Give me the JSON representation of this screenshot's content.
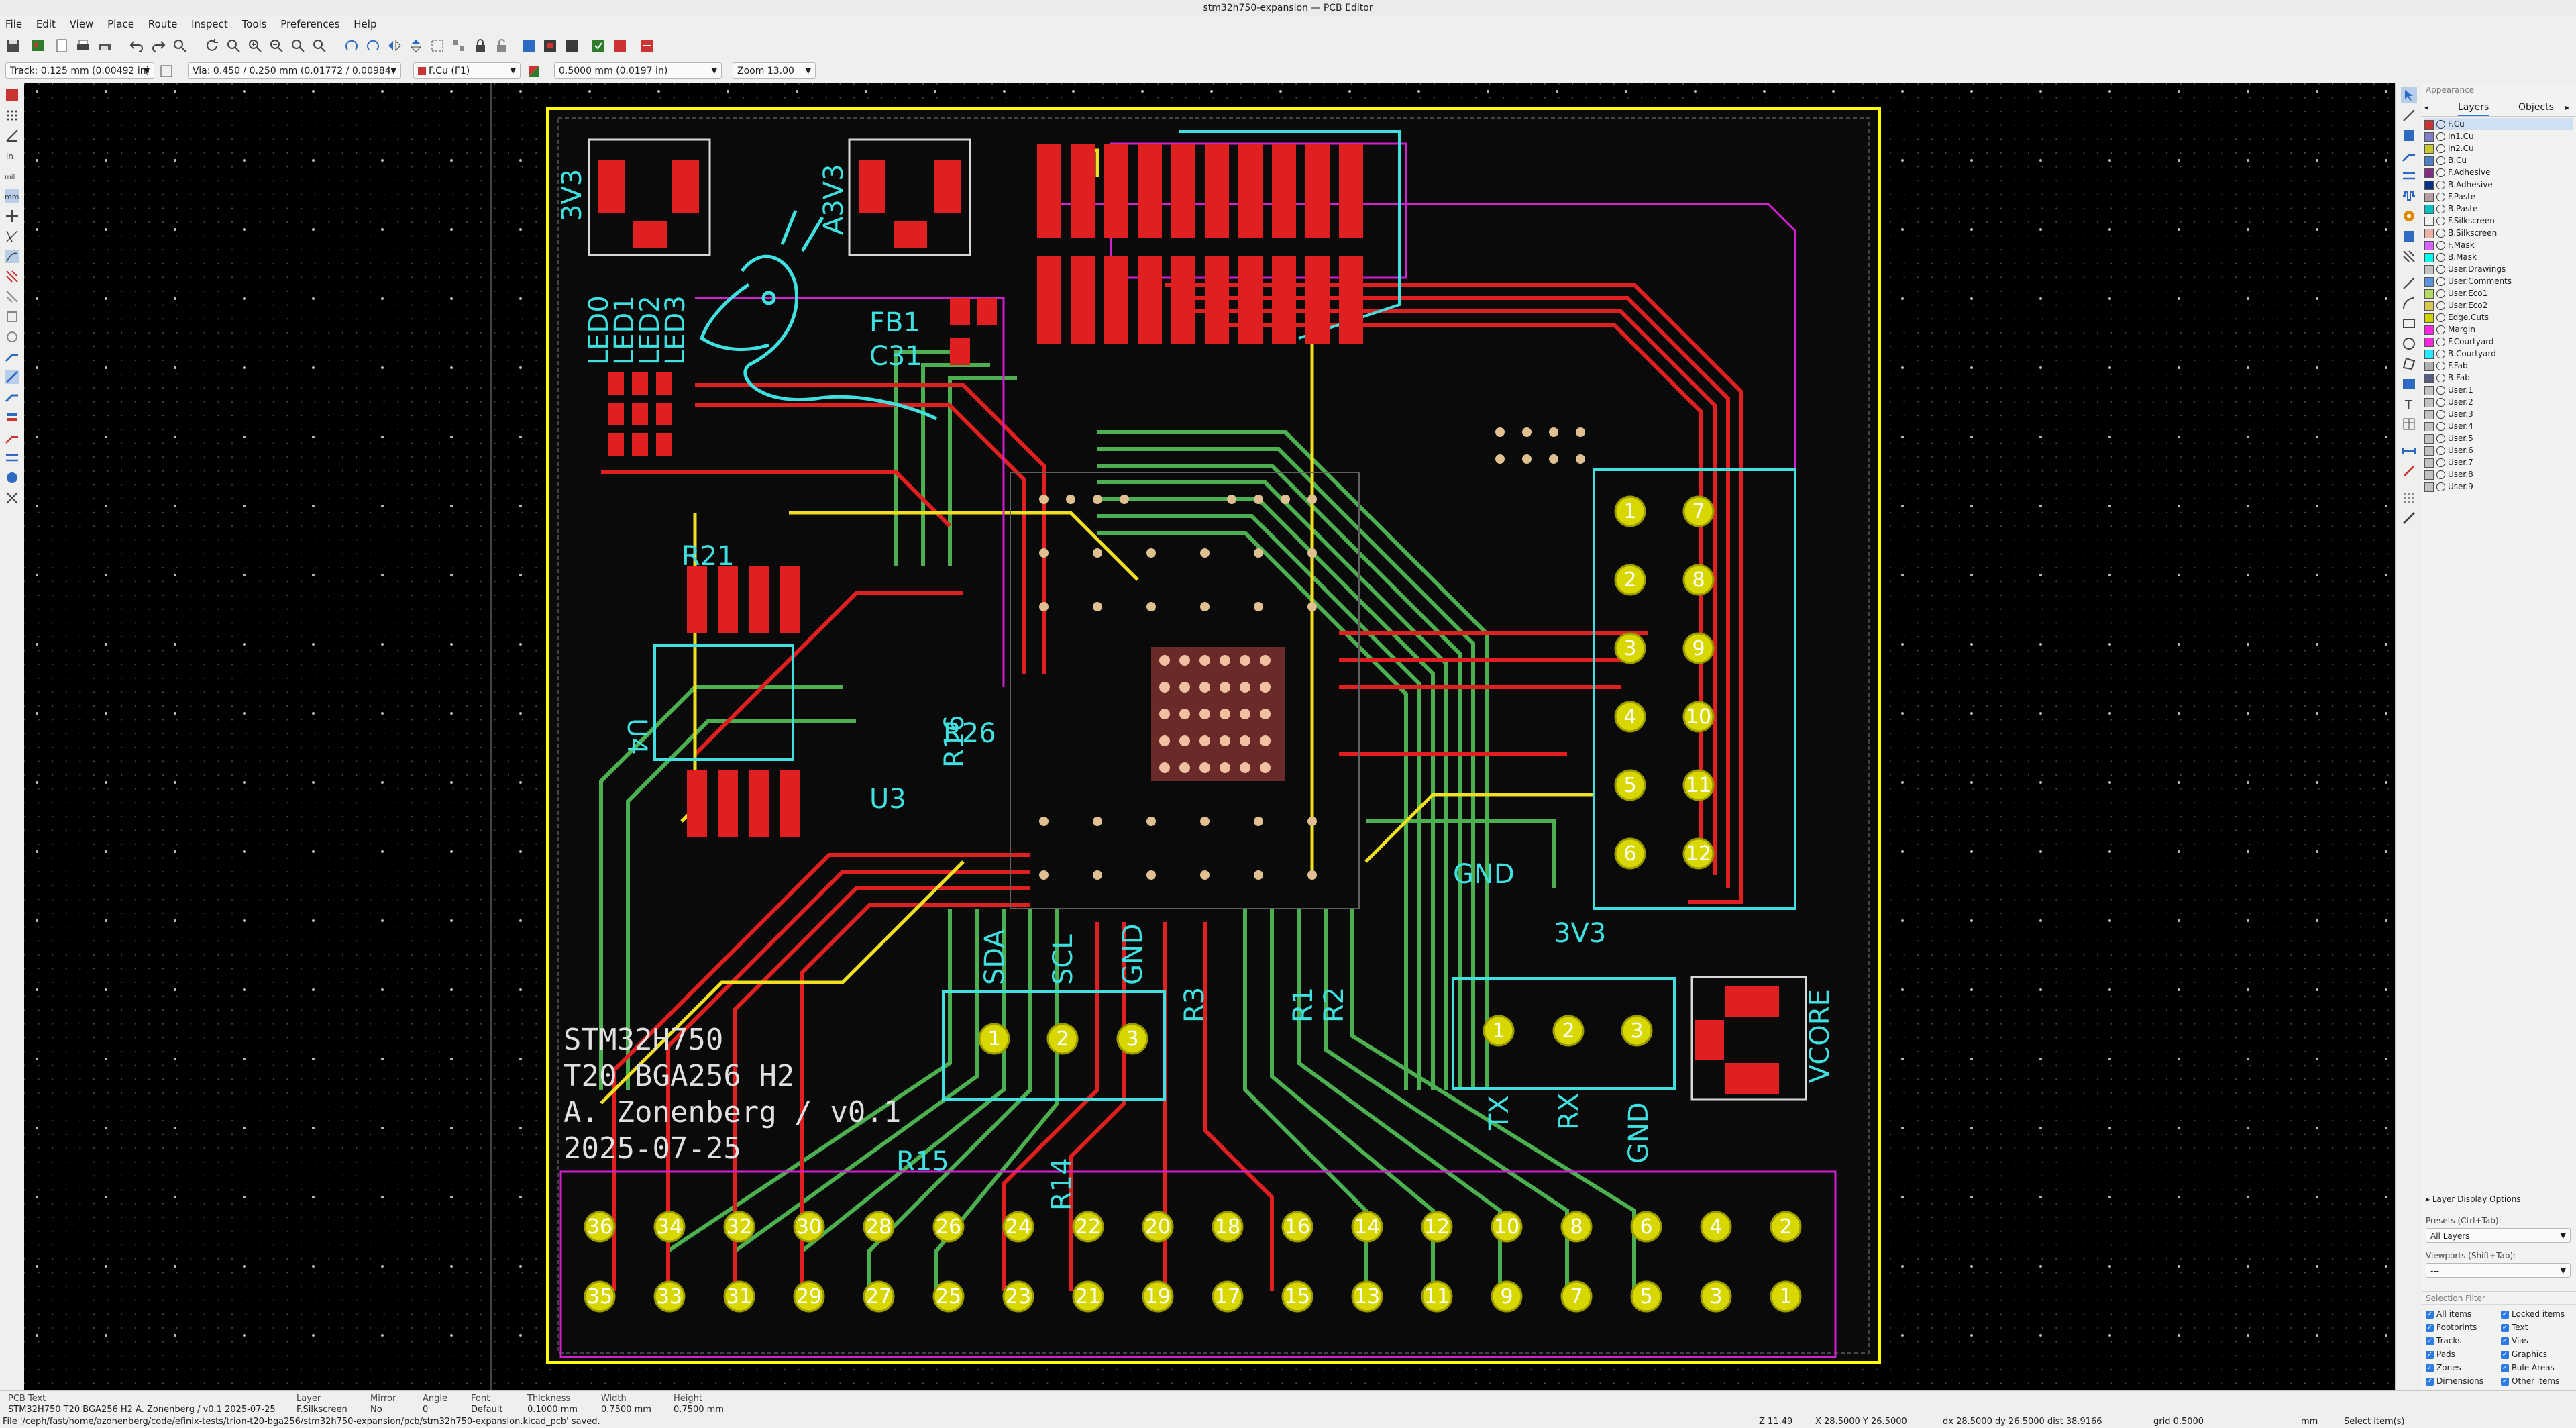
{
  "window": {
    "title": "stm32h750-expansion — PCB Editor"
  },
  "menu": [
    "File",
    "Edit",
    "View",
    "Place",
    "Route",
    "Inspect",
    "Tools",
    "Preferences",
    "Help"
  ],
  "selection_bar": {
    "track": "Track: 0.125 mm (0.00492 in)",
    "via": "Via: 0.450 / 0.250 mm (0.01772 / 0.00984 in)",
    "layer": "F.Cu (F1)",
    "grid": "0.5000 mm (0.0197 in)",
    "zoom": "Zoom 13.00"
  },
  "board": {
    "silk_title_lines": [
      "STM32H750",
      "T20 BGA256 H2",
      "A. Zonenberg / v0.1",
      "2025-07-25"
    ],
    "labels": {
      "v3v3": "3V3",
      "a3v3": "A3V3",
      "led0": "LED0",
      "led1": "LED1",
      "led2": "LED2",
      "led3": "LED3",
      "fb1": "FB1",
      "c31": "C31",
      "r21": "R21",
      "u4": "U4",
      "u3": "U3",
      "r26": "R26",
      "r16": "R16",
      "sda": "SDA",
      "scl": "SCL",
      "gnd1": "GND",
      "r3": "R3",
      "r1": "R1",
      "r2": "R2",
      "r14": "R14",
      "r15": "R15",
      "tx": "TX",
      "rx": "RX",
      "gnd2": "GND",
      "vcore": "VCORE",
      "gnd3": "GND",
      "v3v3b": "3V3"
    },
    "header_top": [
      "36",
      "34",
      "32",
      "30",
      "28",
      "26",
      "24",
      "22",
      "20",
      "18",
      "16",
      "14",
      "12",
      "10",
      "8",
      "6",
      "4",
      "2"
    ],
    "header_bottom": [
      "35",
      "33",
      "31",
      "29",
      "27",
      "25",
      "23",
      "21",
      "19",
      "17",
      "15",
      "13",
      "11",
      "9",
      "7",
      "5",
      "3",
      "1"
    ],
    "jtag_left": [
      "1",
      "2",
      "3",
      "4",
      "5",
      "6"
    ],
    "jtag_right": [
      "7",
      "8",
      "9",
      "10",
      "11",
      "12"
    ],
    "i2c_pins": [
      "1",
      "2",
      "3"
    ],
    "uart_pins": [
      "1",
      "2",
      "3"
    ]
  },
  "appearance": {
    "header": "Appearance",
    "tabs": [
      "Layers",
      "Objects"
    ],
    "layers": [
      {
        "name": "F.Cu",
        "color": "#c83434"
      },
      {
        "name": "In1.Cu",
        "color": "#7f7fc8"
      },
      {
        "name": "In2.Cu",
        "color": "#c8c832"
      },
      {
        "name": "B.Cu",
        "color": "#4d7fc4"
      },
      {
        "name": "F.Adhesive",
        "color": "#842c84"
      },
      {
        "name": "B.Adhesive",
        "color": "#0a3384"
      },
      {
        "name": "F.Paste",
        "color": "#b4a0a0"
      },
      {
        "name": "B.Paste",
        "color": "#00c2c2"
      },
      {
        "name": "F.Silkscreen",
        "color": "#f0f0f0"
      },
      {
        "name": "B.Silkscreen",
        "color": "#e8b2a7"
      },
      {
        "name": "F.Mask",
        "color": "#d864ff"
      },
      {
        "name": "B.Mask",
        "color": "#02ffee"
      },
      {
        "name": "User.Drawings",
        "color": "#c2c2c2"
      },
      {
        "name": "User.Comments",
        "color": "#5994dc"
      },
      {
        "name": "User.Eco1",
        "color": "#b4db68"
      },
      {
        "name": "User.Eco2",
        "color": "#d8c852"
      },
      {
        "name": "Edge.Cuts",
        "color": "#d0d200"
      },
      {
        "name": "Margin",
        "color": "#ff26e2"
      },
      {
        "name": "F.Courtyard",
        "color": "#ff26e2"
      },
      {
        "name": "B.Courtyard",
        "color": "#26e9ff"
      },
      {
        "name": "F.Fab",
        "color": "#afafaf"
      },
      {
        "name": "B.Fab",
        "color": "#585d84"
      },
      {
        "name": "User.1",
        "color": "#c2c2c2"
      },
      {
        "name": "User.2",
        "color": "#c2c2c2"
      },
      {
        "name": "User.3",
        "color": "#c2c2c2"
      },
      {
        "name": "User.4",
        "color": "#c2c2c2"
      },
      {
        "name": "User.5",
        "color": "#c2c2c2"
      },
      {
        "name": "User.6",
        "color": "#c2c2c2"
      },
      {
        "name": "User.7",
        "color": "#c2c2c2"
      },
      {
        "name": "User.8",
        "color": "#c2c2c2"
      },
      {
        "name": "User.9",
        "color": "#c2c2c2"
      }
    ],
    "layer_display_options": "Layer Display Options",
    "presets_label": "Presets (Ctrl+Tab):",
    "presets_value": "All Layers",
    "viewports_label": "Viewports (Shift+Tab):",
    "viewports_value": "---",
    "selection_filter": "Selection Filter",
    "filters_left": [
      "All items",
      "Footprints",
      "Tracks",
      "Pads",
      "Zones",
      "Dimensions"
    ],
    "filters_right": [
      "Locked items",
      "Text",
      "Vias",
      "Graphics",
      "Rule Areas",
      "Other items"
    ]
  },
  "info": {
    "item_type": "PCB Text",
    "item_value": "STM32H750 T20 BGA256 H2 A. Zonenberg / v0.1 2025-07-25",
    "columns": [
      {
        "k": "Layer",
        "v": "F.Silkscreen"
      },
      {
        "k": "Mirror",
        "v": "No"
      },
      {
        "k": "Angle",
        "v": "0"
      },
      {
        "k": "Font",
        "v": "Default"
      },
      {
        "k": "Thickness",
        "v": "0.1000 mm"
      },
      {
        "k": "Width",
        "v": "0.7500 mm"
      },
      {
        "k": "Height",
        "v": "0.7500 mm"
      }
    ]
  },
  "status": {
    "file": "File '/ceph/fast/home/azonenberg/code/efinix-tests/trion-t20-bga256/stm32h750-expansion/pcb/stm32h750-expansion.kicad_pcb' saved.",
    "z": "Z 11.49",
    "xy": "X 28.5000  Y 26.5000",
    "dxy": "dx 28.5000  dy 26.5000  dist 38.9166",
    "grid": "grid 0.5000",
    "units": "mm",
    "mode": "Select item(s)"
  }
}
